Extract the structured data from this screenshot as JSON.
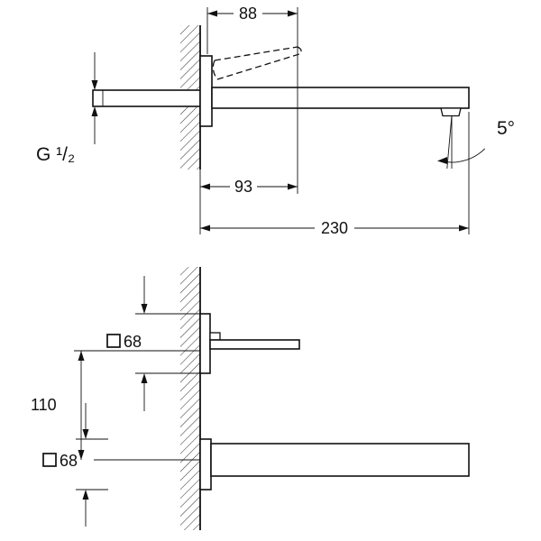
{
  "page": {
    "background": "#ffffff",
    "line_color": "#111111"
  },
  "icons": {
    "square_dimension_icon": "□"
  },
  "drawing": {
    "side_view": {
      "dim_88": "88",
      "dim_thread": "G ¹/₂",
      "dim_93": "93",
      "dim_230": "230",
      "dim_angle": "5°"
    },
    "front_view": {
      "dim_plate_top": "68",
      "dim_center_distance": "110",
      "dim_plate_bottom": "68"
    }
  }
}
